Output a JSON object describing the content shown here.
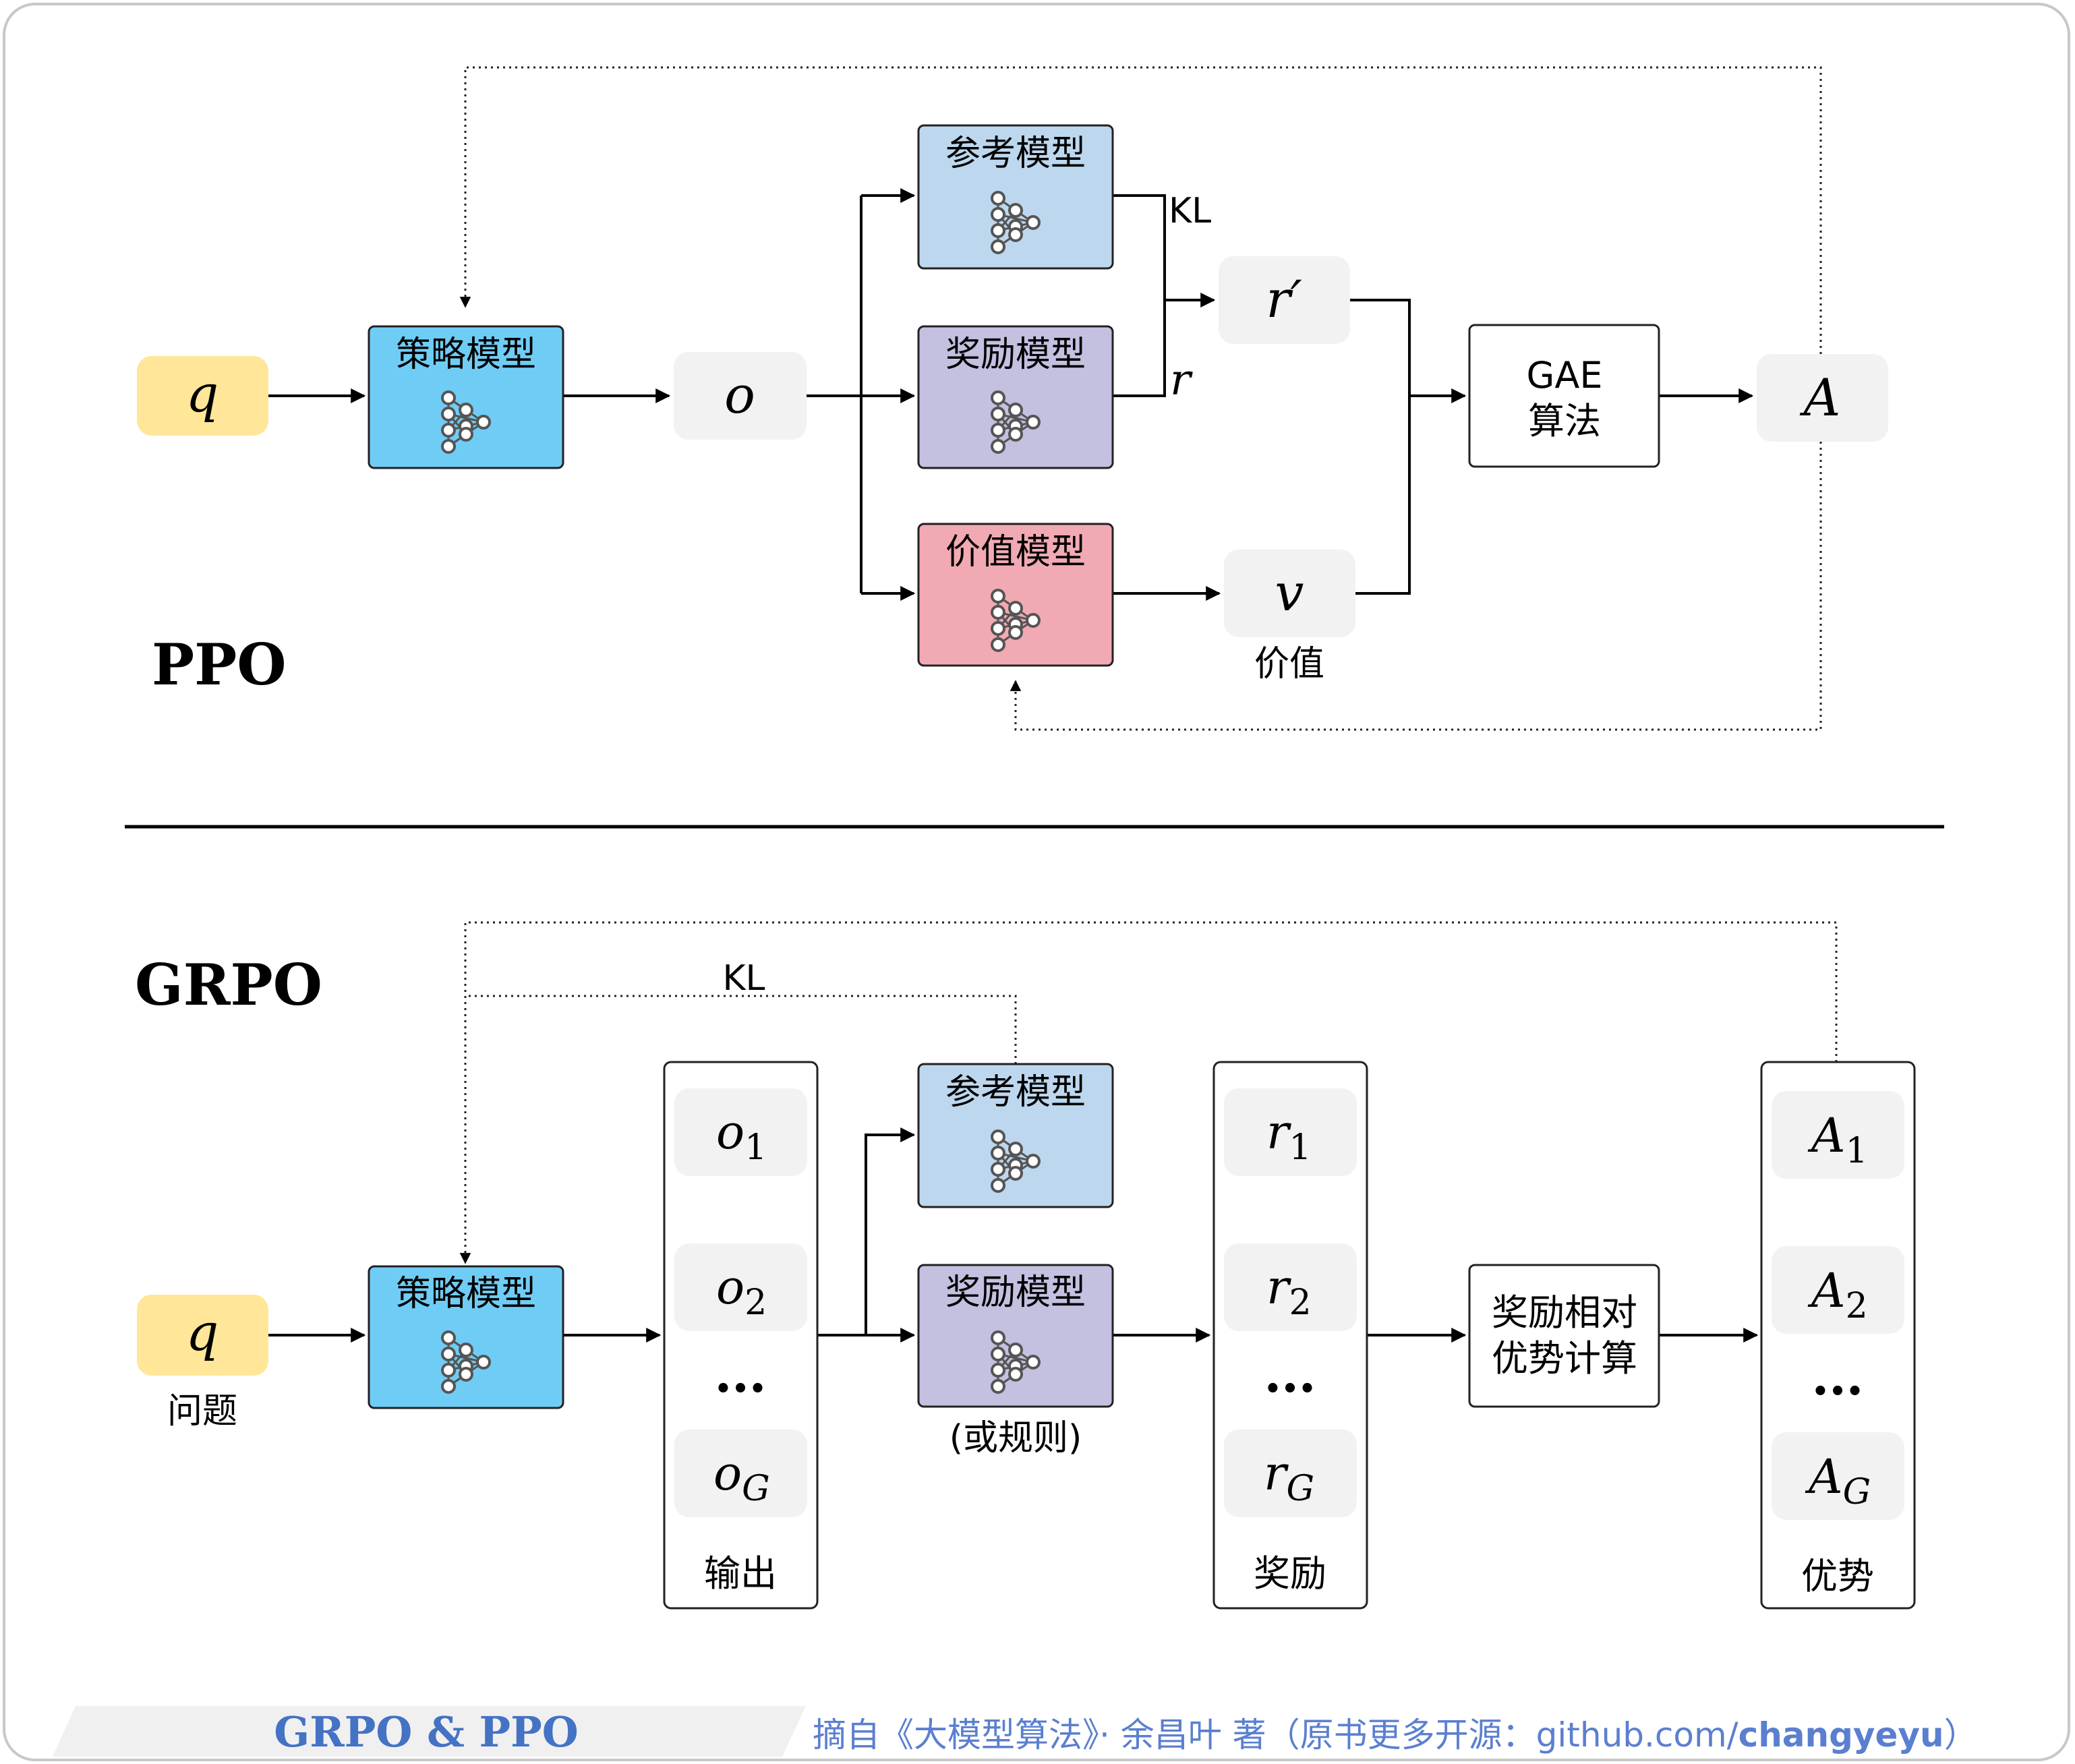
{
  "colors": {
    "query": "#ffe699",
    "policy": "#6fcdf5",
    "reference": "#bdd7ee",
    "reward": "#c3c0e0",
    "value": "#f1aab4",
    "token": "#f2f2f2",
    "banner": "#4472c4",
    "caption": "#5b7fd0"
  },
  "ppo": {
    "title": "PPO",
    "query": "q",
    "policy": "策略模型",
    "output": "o",
    "reference": "参考模型",
    "reward": "奖励模型",
    "value_model": "价值模型",
    "kl": "KL",
    "r_prime": "r′",
    "r": "r",
    "v": "v",
    "v_caption": "价值",
    "gae_line1": "GAE",
    "gae_line2": "算法",
    "advantage": "A"
  },
  "grpo": {
    "title": "GRPO",
    "query": "q",
    "query_caption": "问题",
    "policy": "策略模型",
    "kl": "KL",
    "reference": "参考模型",
    "reward": "奖励模型",
    "reward_caption": "(或规则)",
    "outputs": {
      "first": "o",
      "first_sub": "1",
      "second": "o",
      "second_sub": "2",
      "ellipsis": "•••",
      "last": "o",
      "last_sub": "G",
      "caption": "输出"
    },
    "rewards": {
      "first": "r",
      "first_sub": "1",
      "second": "r",
      "second_sub": "2",
      "ellipsis": "•••",
      "last": "r",
      "last_sub": "G",
      "caption": "奖励"
    },
    "calc_line1": "奖励相对",
    "calc_line2": "优势计算",
    "advantages": {
      "first": "A",
      "first_sub": "1",
      "second": "A",
      "second_sub": "2",
      "ellipsis": "•••",
      "last": "A",
      "last_sub": "G",
      "caption": "优势"
    }
  },
  "footer": {
    "banner": "GRPO & PPO",
    "source_prefix": "摘自《大模型算法》· 余昌叶 著（原书更多开源：github.com/",
    "source_bold": "changyeyu",
    "source_suffix": "）"
  }
}
